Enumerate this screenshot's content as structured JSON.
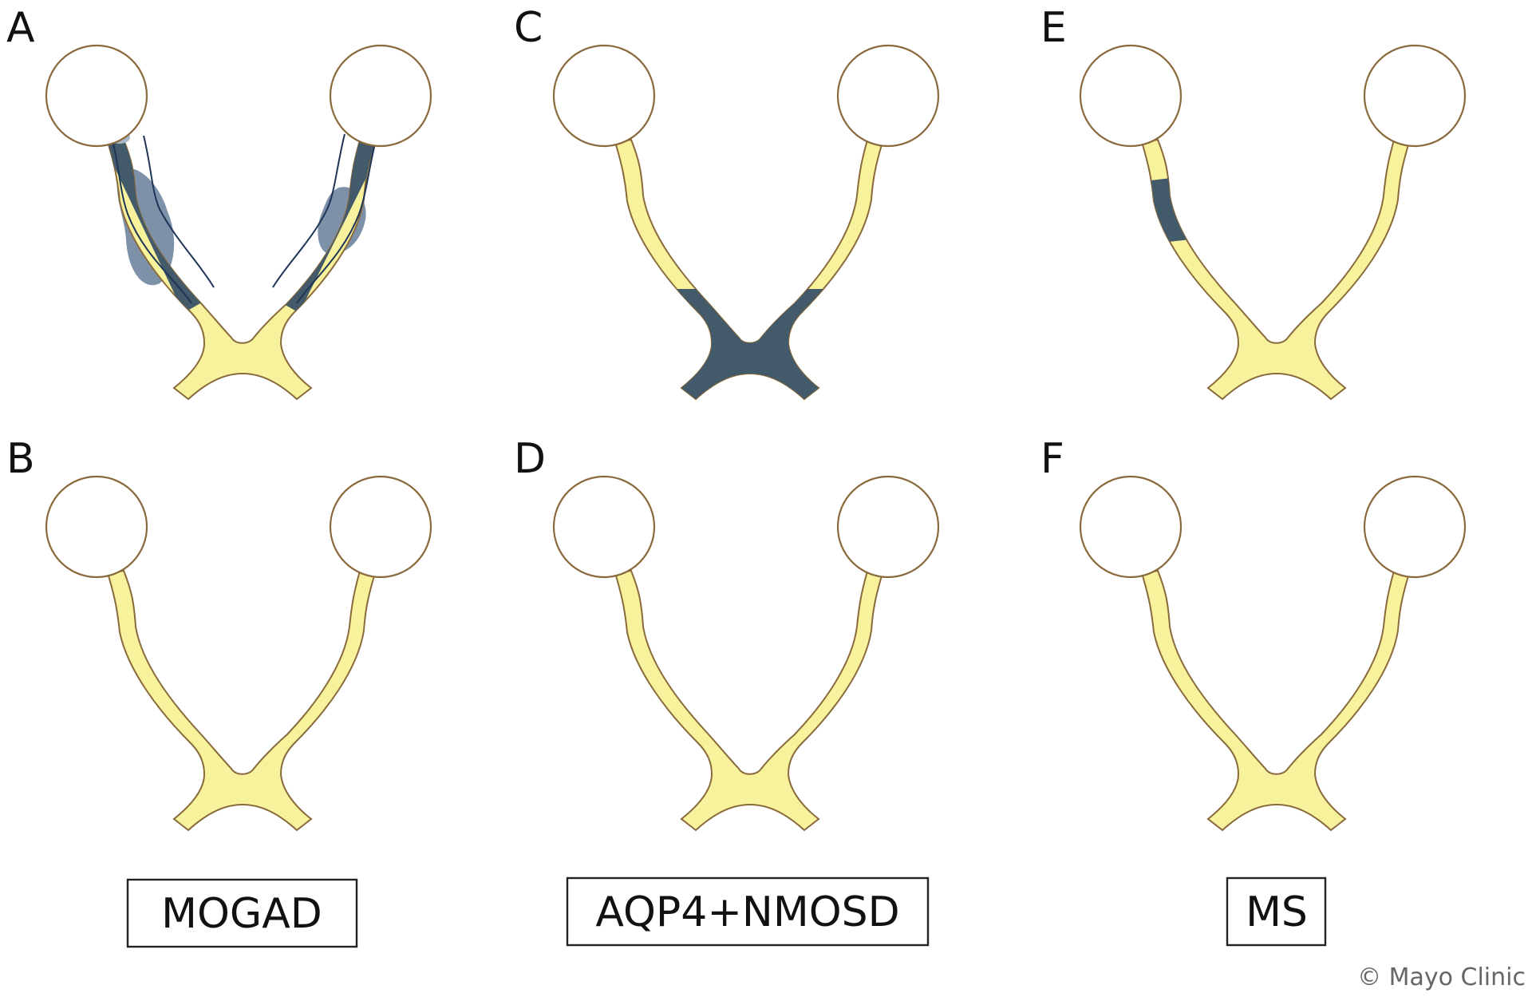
{
  "panels": [
    {
      "letter": "A",
      "state": "mogad"
    },
    {
      "letter": "B",
      "state": "normal"
    },
    {
      "letter": "C",
      "state": "aqp4"
    },
    {
      "letter": "D",
      "state": "normal"
    },
    {
      "letter": "E",
      "state": "ms"
    },
    {
      "letter": "F",
      "state": "normal"
    }
  ],
  "labels": {
    "mogad": "MOGAD",
    "aqp4": "AQP4+NMOSD",
    "ms": "MS"
  },
  "credit": "© Mayo Clinic",
  "colors": {
    "nerve_fill": "#f7f29b",
    "nerve_stroke": "#8a6a3c",
    "eye_stroke": "#8a6a3c",
    "lesion_fill": "#425a6a",
    "perineural_fill": "#6f85a0",
    "sheath_line": "#1f3557",
    "box_stroke": "#222222"
  }
}
